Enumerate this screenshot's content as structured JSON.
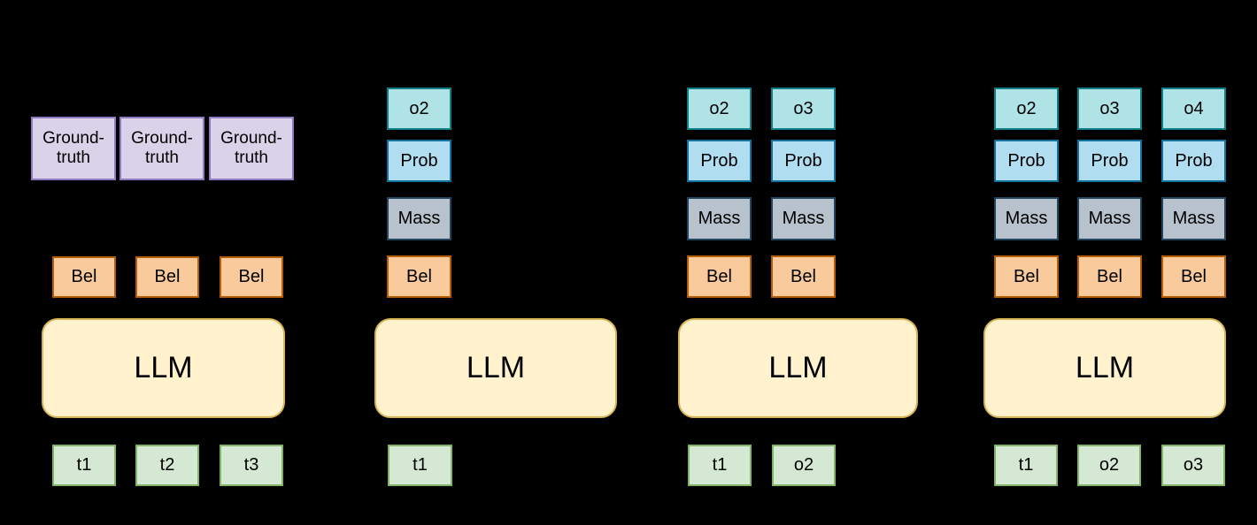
{
  "colors": {
    "background": "#000000",
    "text": "#000000",
    "obs": {
      "fill": "#B0E3E6",
      "stroke": "#0E8088"
    },
    "prob": {
      "fill": "#B1DDF0",
      "stroke": "#10739E"
    },
    "mass": {
      "fill": "#B8C2CC",
      "stroke": "#23445D"
    },
    "bel": {
      "fill": "#F9CB9C",
      "stroke": "#B45F06"
    },
    "llm": {
      "fill": "#FFF2CC",
      "stroke": "#D6B656"
    },
    "input": {
      "fill": "#D5E8D4",
      "stroke": "#82B366"
    },
    "ground_truth": {
      "fill": "#D9D2E9",
      "stroke": "#8E7CC3"
    }
  },
  "panels": [
    {
      "llm": "LLM",
      "ground_truth": [
        {
          "line1": "Ground-",
          "line2": "truth"
        },
        {
          "line1": "Ground-",
          "line2": "truth"
        },
        {
          "line1": "Ground-",
          "line2": "truth"
        }
      ],
      "bel": [
        "Bel",
        "Bel",
        "Bel"
      ],
      "inputs": [
        "t1",
        "t2",
        "t3"
      ]
    },
    {
      "llm": "LLM",
      "stacks": [
        {
          "obs": "o2",
          "prob": "Prob",
          "mass": "Mass",
          "bel": "Bel"
        }
      ],
      "inputs": [
        "t1"
      ]
    },
    {
      "llm": "LLM",
      "stacks": [
        {
          "obs": "o2",
          "prob": "Prob",
          "mass": "Mass",
          "bel": "Bel"
        },
        {
          "obs": "o3",
          "prob": "Prob",
          "mass": "Mass",
          "bel": "Bel"
        }
      ],
      "inputs": [
        "t1",
        "o2"
      ]
    },
    {
      "llm": "LLM",
      "stacks": [
        {
          "obs": "o2",
          "prob": "Prob",
          "mass": "Mass",
          "bel": "Bel"
        },
        {
          "obs": "o3",
          "prob": "Prob",
          "mass": "Mass",
          "bel": "Bel"
        },
        {
          "obs": "o4",
          "prob": "Prob",
          "mass": "Mass",
          "bel": "Bel"
        }
      ],
      "inputs": [
        "t1",
        "o2",
        "o3"
      ]
    }
  ]
}
